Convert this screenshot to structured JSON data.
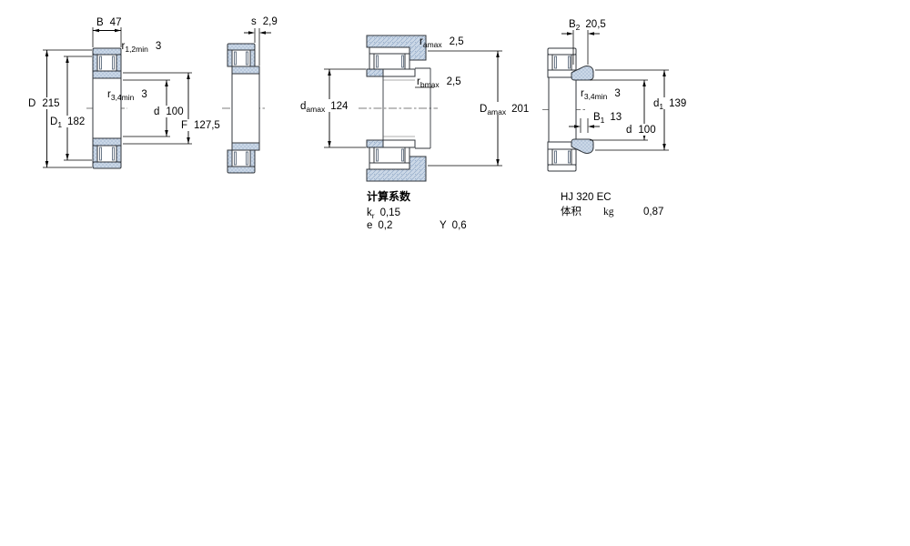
{
  "page": {
    "background": "#ffffff"
  },
  "colors": {
    "steel_fill": "#cbd8e7",
    "steel_dot": "#8fa7c6",
    "outline": "#30353b",
    "dimension": "#000000",
    "centerline": "#7d7d7d"
  },
  "drawing1": {
    "description": "bearing cross-section with boundary dimensions",
    "dims": {
      "B": {
        "sym": "B",
        "val": "47"
      },
      "r12": {
        "sym": "r",
        "sub": "1,2min",
        "val": "3"
      },
      "D": {
        "sym": "D",
        "val": "215"
      },
      "D1": {
        "sym": "D",
        "sub": "1",
        "val": "182"
      },
      "r34": {
        "sym": "r",
        "sub": "3,4min",
        "val": "3"
      },
      "d": {
        "sym": "d",
        "val": "100"
      },
      "F": {
        "sym": "F",
        "val": "127,5"
      }
    }
  },
  "drawing2": {
    "description": "bearing with permissible axial displacement",
    "dims": {
      "s": {
        "sym": "s",
        "val": "2,9"
      }
    }
  },
  "drawing3": {
    "description": "abutment and fillet dimensions",
    "dims": {
      "ra": {
        "sym": "r",
        "sub": "amax",
        "val": "2,5"
      },
      "rb": {
        "sym": "r",
        "sub": "bmax",
        "val": "2,5"
      },
      "da": {
        "sym": "d",
        "sub": "amax",
        "val": "124"
      },
      "Da": {
        "sym": "D",
        "sub": "amax",
        "val": "201"
      }
    },
    "calc": {
      "title": "计算系数",
      "kr": {
        "sym": "k",
        "sub": "r",
        "val": "0,15"
      },
      "e": {
        "sym": "e",
        "val": "0,2"
      },
      "Y": {
        "sym": "Y",
        "val": "0,6"
      }
    }
  },
  "drawing4": {
    "description": "bearing with HJ angle ring",
    "dims": {
      "B2": {
        "sym": "B",
        "sub": "2",
        "val": "20,5"
      },
      "r34": {
        "sym": "r",
        "sub": "3,4min",
        "val": "3"
      },
      "d1": {
        "sym": "d",
        "sub": "1",
        "val": "139"
      },
      "B1": {
        "sym": "B",
        "sub": "1",
        "val": "13"
      },
      "d": {
        "sym": "d",
        "val": "100"
      }
    },
    "code": "HJ 320 EC",
    "mass": {
      "label": "体积",
      "unit": "kg",
      "value": "0,87"
    }
  }
}
